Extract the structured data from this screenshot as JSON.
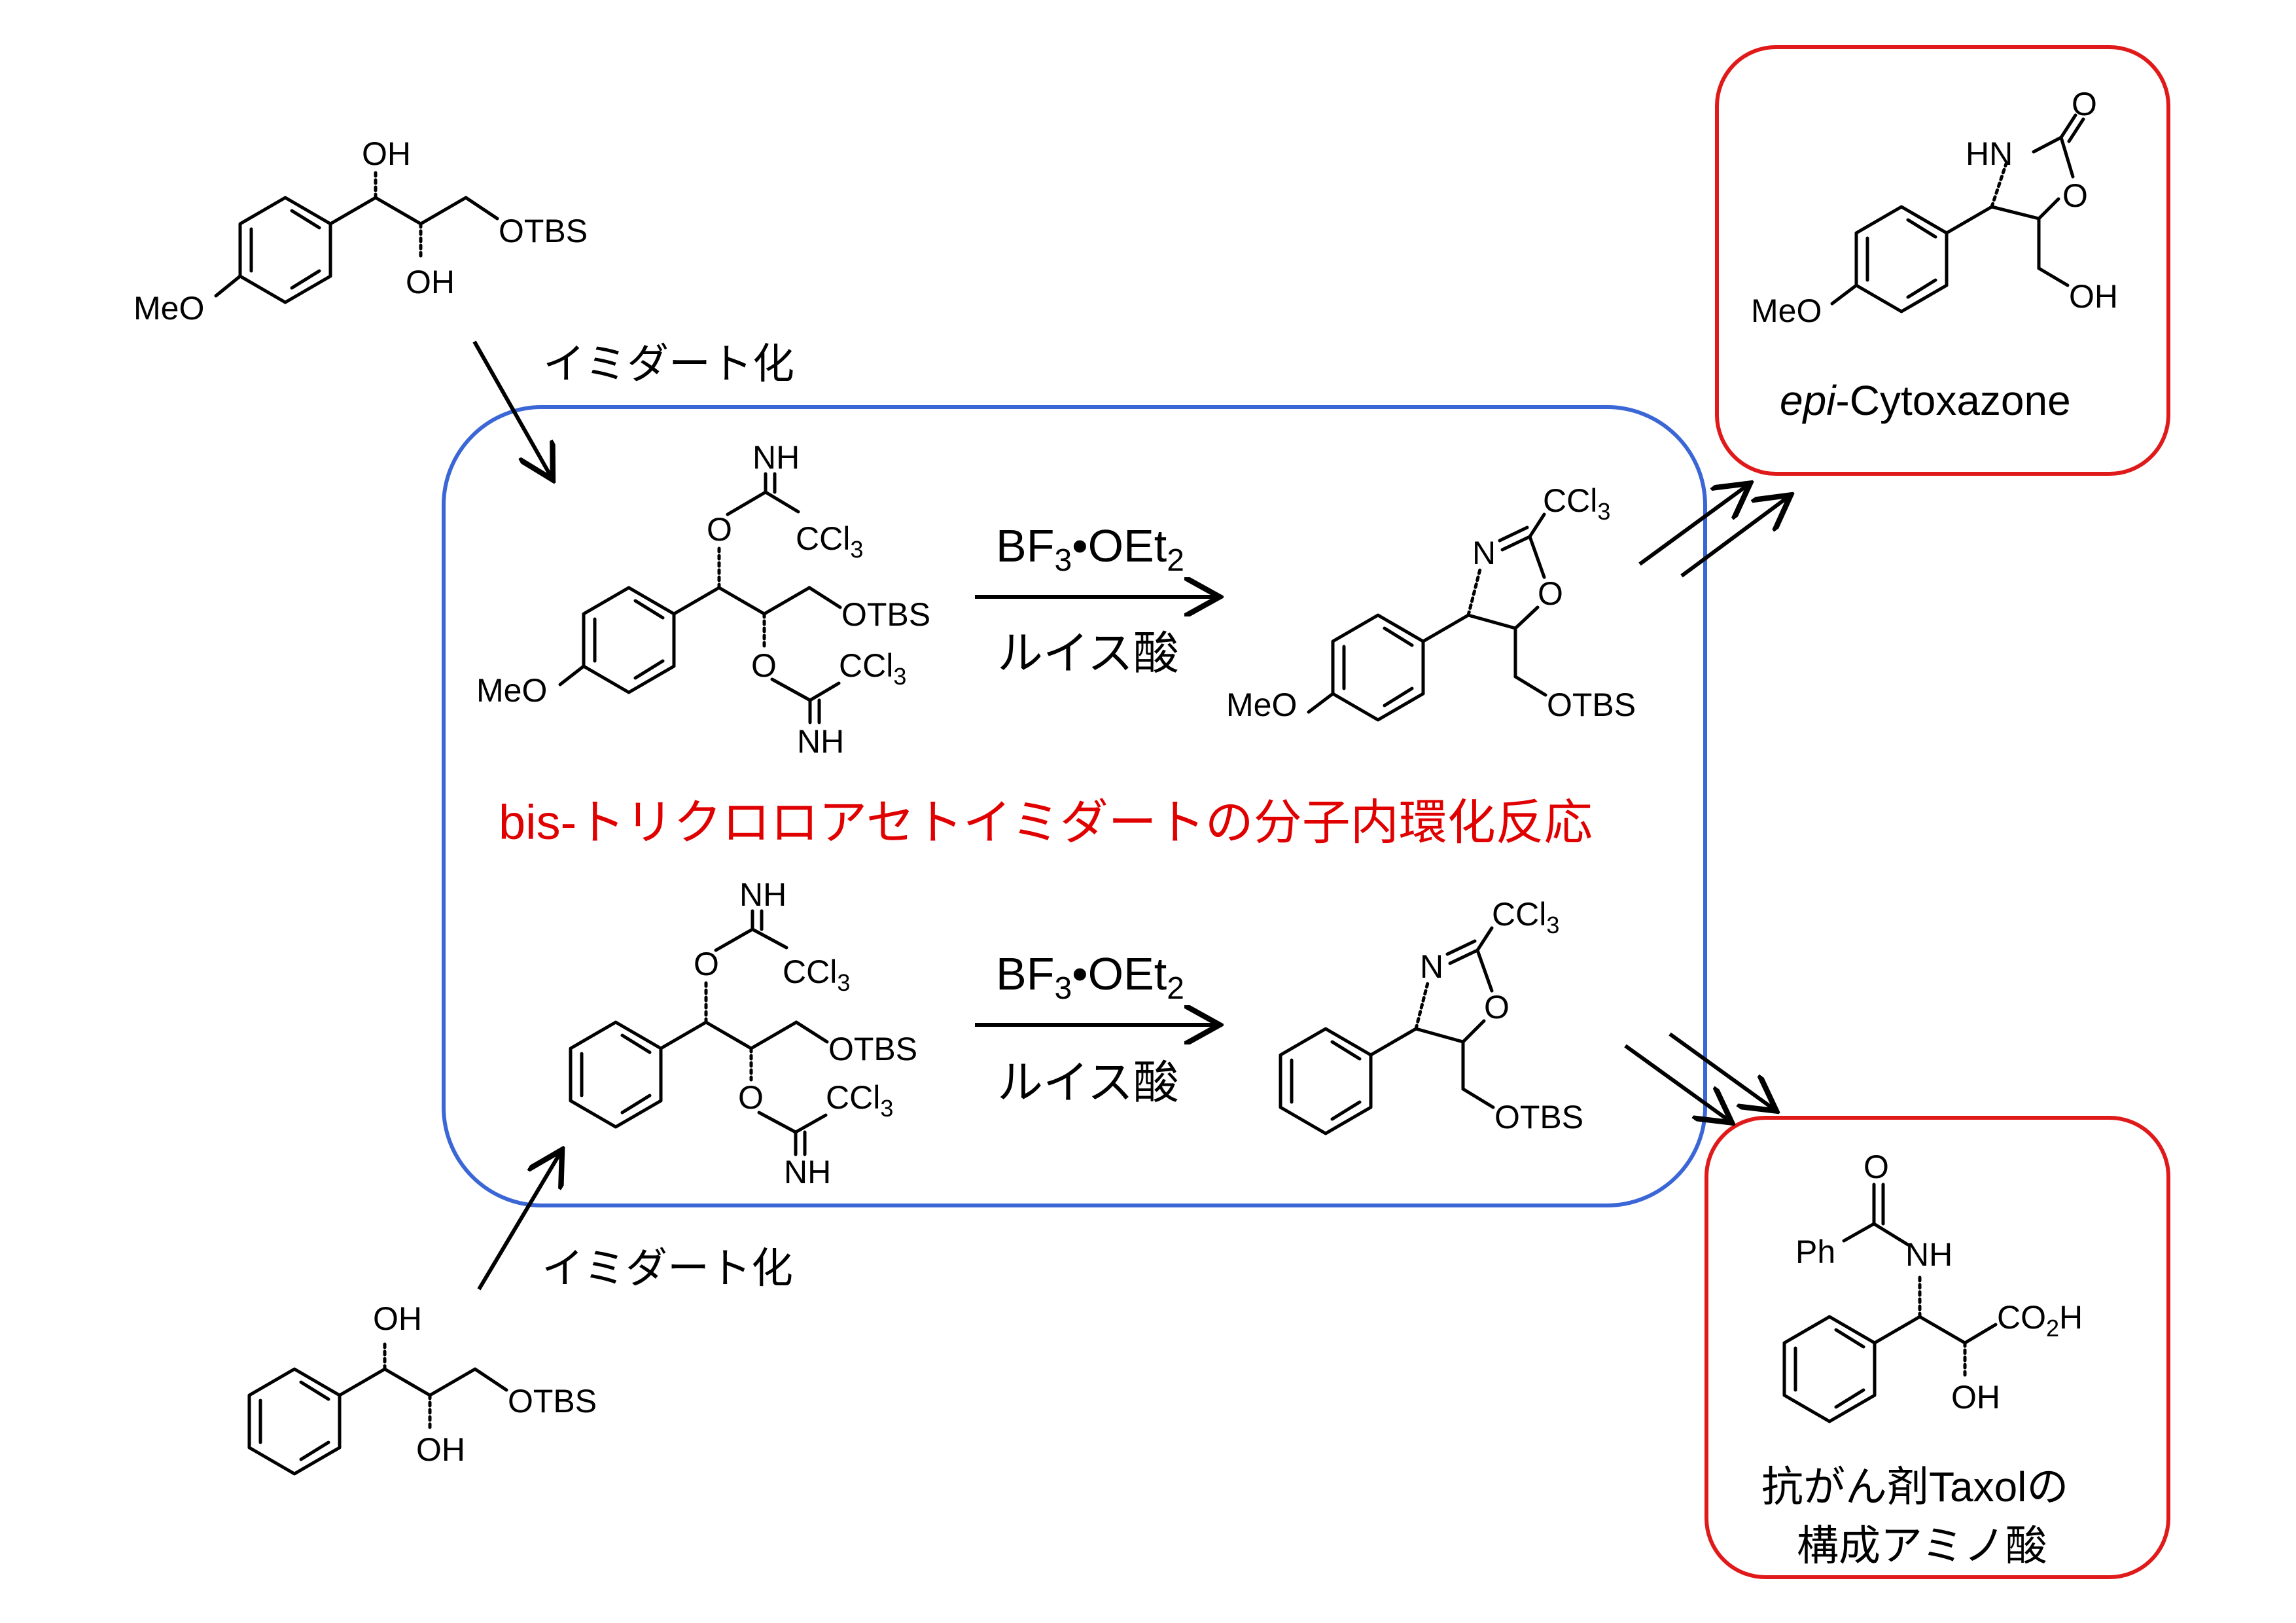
{
  "colors": {
    "blue_box": "#3b66d6",
    "red_box": "#e01a1a",
    "red_text": "#e00000",
    "ink": "#000000",
    "background": "#ffffff"
  },
  "heading_red": "bis-トリクロロアセトイミダートの分子内環化反応",
  "step_imidation": "イミダート化",
  "reagent": {
    "bf3": "BF",
    "bf3_sub": "3",
    "dot_oet": "•OEt",
    "oet_sub": "2",
    "lewis_acid": "ルイス酸"
  },
  "groups": {
    "OH": "OH",
    "OTBS": "OTBS",
    "MeO": "MeO",
    "NH": "NH",
    "O": "O",
    "N": "N",
    "CCl": "CCl",
    "sub3": "3",
    "HN": "HN",
    "Ph": "Ph",
    "CO": "CO",
    "sub2": "2",
    "H": "H"
  },
  "target_top": {
    "prefix": "epi",
    "name": "-Cytoxazone"
  },
  "target_bottom": {
    "line1": "抗がん剤Taxolの",
    "line2": "構成アミノ酸"
  }
}
